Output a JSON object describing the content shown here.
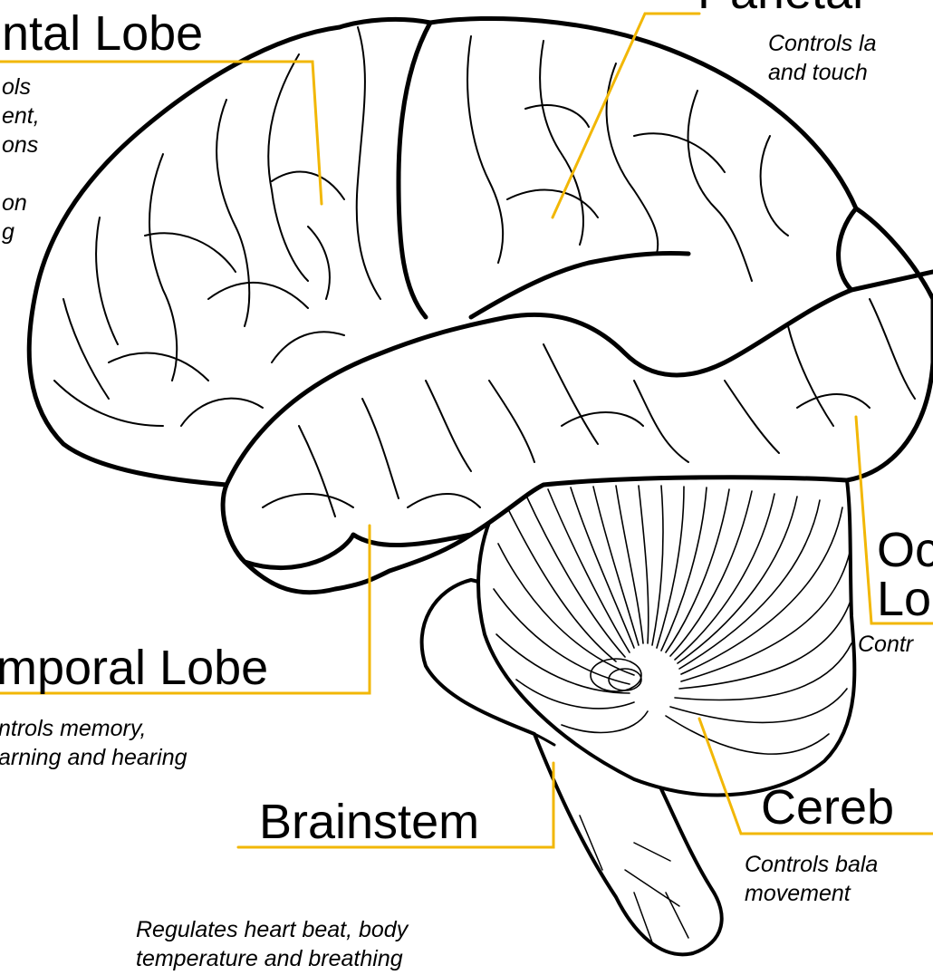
{
  "colors": {
    "leader_line": "#F2B705",
    "outline": "#000000",
    "background": "#FFFFFF"
  },
  "labels": {
    "frontal": {
      "title": "ntal Lobe",
      "desc": [
        "ols",
        "ent,",
        "ons",
        "",
        "on",
        "g"
      ]
    },
    "parietal": {
      "title": "Parietal",
      "desc": [
        "Controls la",
        "and touch"
      ]
    },
    "temporal": {
      "title": "mporal Lobe",
      "desc": [
        "ntrols memory,",
        "arning and hearing"
      ]
    },
    "occipital": {
      "title": [
        "Oc",
        "Lo"
      ],
      "desc": [
        "Contr"
      ]
    },
    "cerebellum": {
      "title": "Cereb",
      "desc": [
        "Controls bala",
        "movement"
      ]
    },
    "brainstem": {
      "title": "Brainstem",
      "desc": [
        "Regulates heart beat, body",
        "temperature and breathing"
      ]
    }
  }
}
